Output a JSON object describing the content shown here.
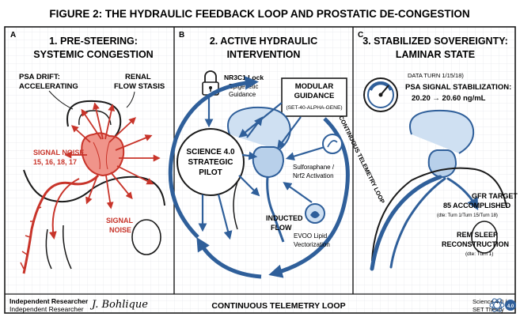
{
  "figure": {
    "title": "FIGURE 2: THE HYDRAULIC FEEDBACK LOOP AND PROSTATIC DE-CONGESTION",
    "footer_left_1": "Independent Researcher",
    "footer_left_2": "Independent Researcher",
    "signature": "J. Bohlique",
    "bottom_loop_label": "CONTINUOUS TELEMETRY LOOP",
    "footer_right_1": "Science 4.0 /",
    "footer_right_2": "SET Theory",
    "badge": "4.0"
  },
  "panel_a": {
    "letter": "A",
    "title_1": "1. PRE-STEERING:",
    "title_2": "SYSTEMIC CONGESTION",
    "psa_1": "PSA DRIFT:",
    "psa_2": "ACCELERATING",
    "renal_1": "RENAL",
    "renal_2": "FLOW STASIS",
    "noise_1": "SIGNAL NOISE",
    "noise_2": "15, 16, 18, 17",
    "signal_1": "SIGNAL",
    "signal_2": "NOISE"
  },
  "panel_b": {
    "letter": "B",
    "title_1": "2. ACTIVE HYDRAULIC",
    "title_2": "INTERVENTION",
    "lock_1": "NR3C1 Lock",
    "lock_2": "Epigenetic",
    "lock_3": "Guidance",
    "mod_1": "MODULAR",
    "mod_2": "GUIDANCE",
    "mod_3": "(SET-40-ALPHA-GENE)",
    "pilot_1": "SCIENCE 4.0",
    "pilot_2": "STRATEGIC",
    "pilot_3": "PILOT",
    "sulfo_1": "Sulforaphane /",
    "sulfo_2": "Nrf2 Activation",
    "loop_label": "CONTINUOUS TELEMETRY LOOP",
    "inducted_1": "INDUCTED",
    "inducted_2": "FLOW",
    "evoo_1": "EVOO Lipid",
    "evoo_2": "Vectorization"
  },
  "panel_c": {
    "letter": "C",
    "title_1": "3. STABILIZED SOVEREIGNTY:",
    "title_2": "LAMINAR STATE",
    "data_turn": "DATA TURN 1/15/18)",
    "psa_1": "PSA SIGNAL STABILIZATION:",
    "psa_2": "20.20 → 20.60 ng/mL",
    "gfr_1": "GFR TARGET",
    "gfr_2": "85 ACCOMPLISHED",
    "gfr_3": "(dte: Turn 1/Turn 15/Turn 18)",
    "rem_1": "REM SLEEP",
    "rem_2": "RECONSTRUCTION",
    "rem_3": "(dte: Turn 1)"
  },
  "colors": {
    "ink": "#1a1a1a",
    "red": "#c8342a",
    "red_fill": "#f0948a",
    "blue": "#2f5f9a",
    "blue_light": "#cfe0f2",
    "grid": "#e6e8ec"
  }
}
